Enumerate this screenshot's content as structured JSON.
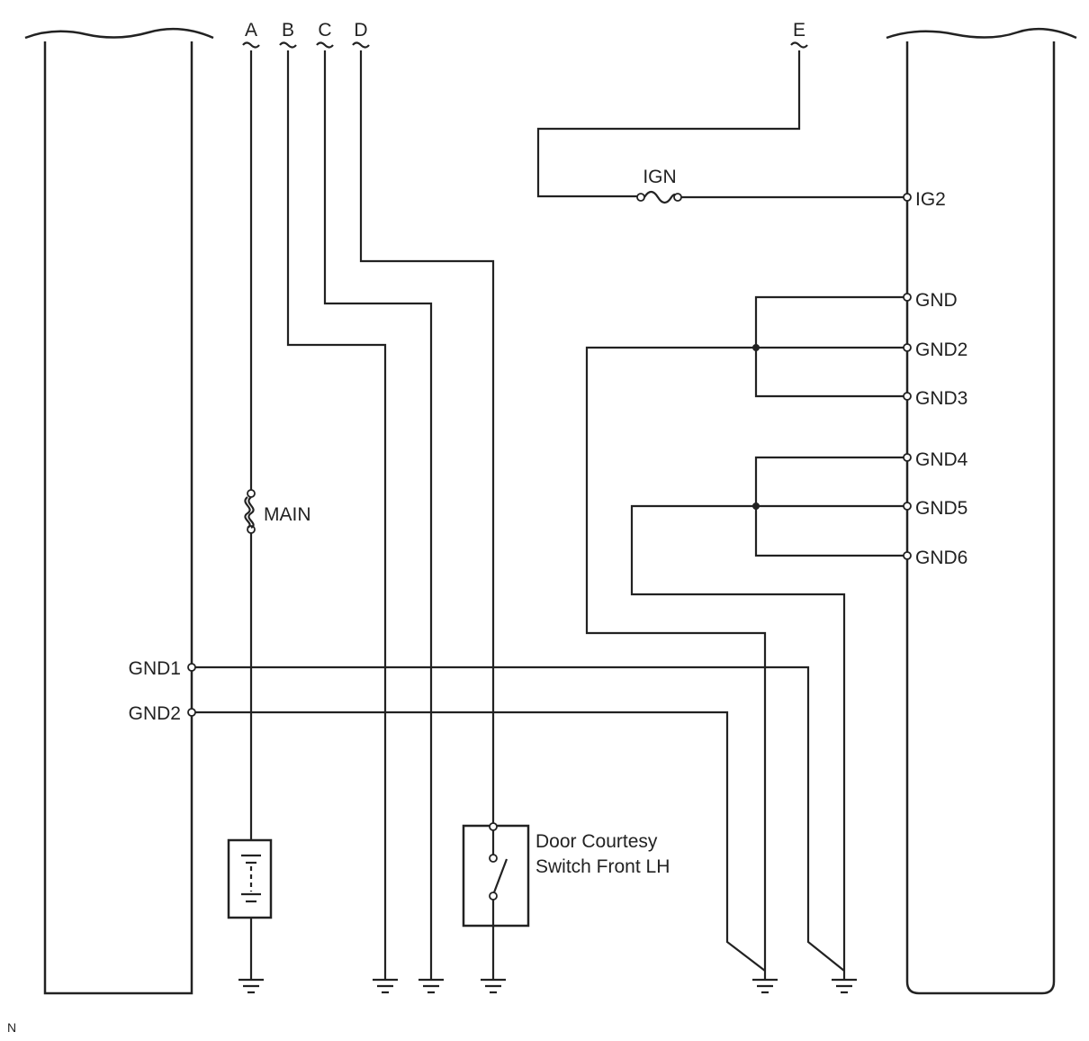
{
  "wire_labels": [
    "A",
    "B",
    "C",
    "D",
    "E"
  ],
  "fuses": {
    "main": "MAIN",
    "ign": "IGN"
  },
  "left_terminals": [
    "GND1",
    "GND2"
  ],
  "right_terminals": [
    "IG2",
    "GND",
    "GND2",
    "GND3",
    "GND4",
    "GND5",
    "GND6"
  ],
  "switch_label": [
    "Door Courtesy",
    "Switch Front LH"
  ],
  "corner_mark": "N"
}
